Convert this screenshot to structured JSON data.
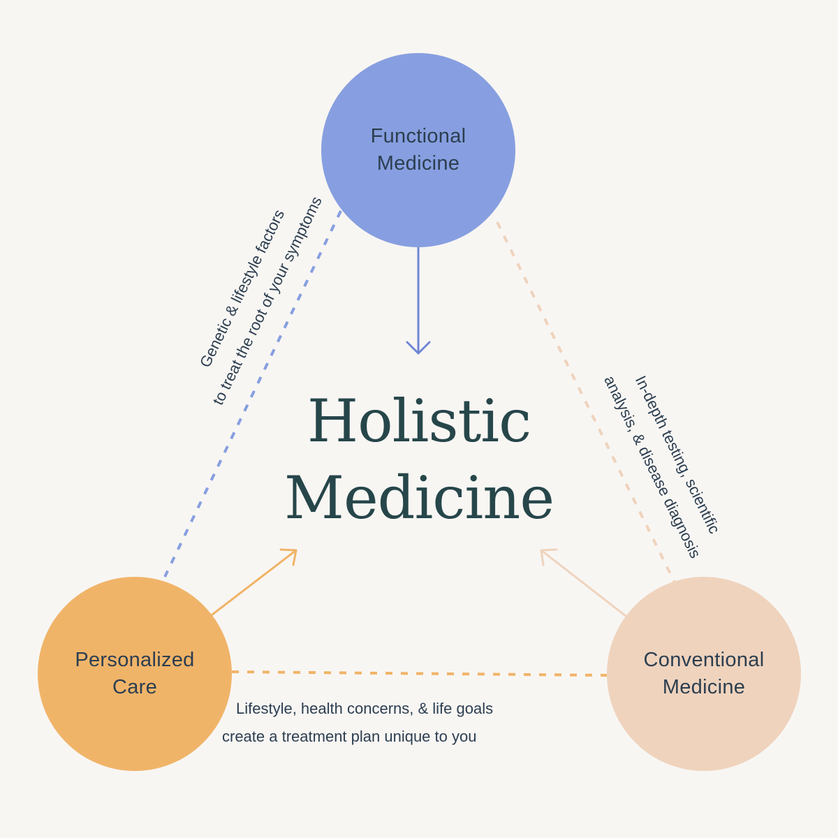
{
  "center": {
    "line1": "Holistic",
    "line2": "Medicine"
  },
  "nodes": {
    "functional": {
      "line1": "Functional",
      "line2": "Medicine",
      "color": "#879fe0"
    },
    "personalized": {
      "line1": "Personalized",
      "line2": "Care",
      "color": "#f0b469"
    },
    "conventional": {
      "line1": "Conventional",
      "line2": "Medicine",
      "color": "#efd3bd"
    }
  },
  "captions": {
    "left": {
      "line1": "Genetic & lifestyle factors",
      "line2": "to treat the root of your symptoms"
    },
    "right": {
      "line1": "In-depth testing, scientific",
      "line2": "analysis, & disease diagnosis"
    },
    "bottom": {
      "line1": "Lifestyle, health concerns, & life goals",
      "line2": "create a treatment plan unique to you"
    }
  },
  "colors": {
    "background": "#f8f6f3",
    "text_dark": "#2c3e50",
    "title": "#26464a"
  }
}
